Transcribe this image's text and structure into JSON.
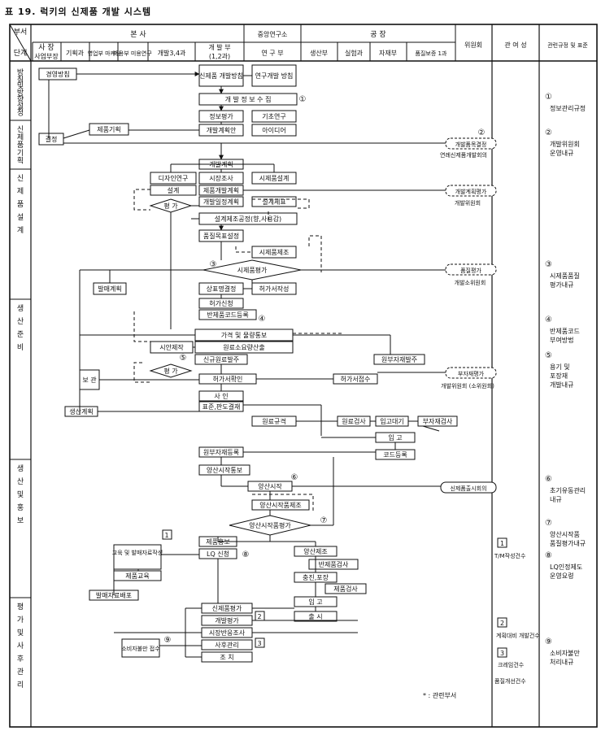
{
  "title": "표 19. 럭키의 신제품 개발 시스템",
  "header": {
    "busu": "부서",
    "dangye": "단계",
    "bonsa": "본  사",
    "sajang": "사  장",
    "sajang_sub": "사업부장",
    "gihoekgwa": "기획과",
    "maketing": "영업부 마케팅",
    "miyong": "미용부 미용연구",
    "gaebal34": "개발3,4과",
    "gaebalbu": "개 발 부",
    "gaebalbu_sub": "(1,2과)",
    "jungang": "중앙연구소",
    "jungang_sub": "연 구 부",
    "gongjang": "공   장",
    "saengsanbu": "생산부",
    "silheomgwa": "실험과",
    "jajaebu": "자재부",
    "pumjil": "품질보증 1과",
    "uiwonhoe": "위원회",
    "gwanyeo": "관 여 성",
    "gyujeong": "관련규정 및 표준"
  },
  "stages": [
    "방침및방향설정",
    "신제품기획",
    "신제품설계",
    "생산준비",
    "생산및홍보",
    "평가및사후관리"
  ],
  "boxes": {
    "gyeongyeong": "경영방침",
    "singaebal": "신제품 개발방침",
    "yeongu_bangchim": "연구개발 방침",
    "jeongbo": "개 발 정 보 수 집",
    "jeongbo_pyeongga": "정보평가",
    "gichoyeongu": "기초연구",
    "gaebal_gyehoek": "개발계획안",
    "aidieo": "아이디어",
    "jepum_gihoek": "제품기획",
    "gyeoljeong": "결정",
    "gaebalgyehoek": "개발계획",
    "dijain": "디자인연구",
    "sijang": "시장조사",
    "sijepum_seolgye": "시제품설계",
    "seolgye": "설계",
    "jepum_gaebal": "제품개발계획",
    "ilsang": "개발일정계획",
    "seolgyejeopyo": "설계제표",
    "seolgye_jojeong": "설계제조공정(향,사용감)",
    "pumjil_mokpyo": "품질목표설정",
    "sijepum_jejo": "시제품제조",
    "sijepum_pyeongga": "시제품평가",
    "bogwan": "발매계획",
    "sangpyo": "상표명결정",
    "heoga_jakseong": "허가서작성",
    "heoga_sinchung": "허가신청",
    "banjepum": "반제품코드등록",
    "gagyeok": "가격 및 물량통보",
    "sian": "시안제작",
    "wollyo": "원료소요량산출",
    "singyu": "신규원료발주",
    "wonbujae": "원부자재발주",
    "pyeongga": "평 가",
    "bo": "보 관",
    "heoga_hwagin": "허가서확인",
    "heoga_jeopsu": "허가서접수",
    "sain": "사   인",
    "pyojun": "표준,판도결재",
    "saengsan_gyehoek": "생산계획",
    "wollyo_gyugyeok": "원료규격",
    "wollyo_geomsa": "원료검사",
    "ipgo_gyeoljeong": "입고대기",
    "bujae_geomsa": "부자재검사",
    "ipgo": "입 고",
    "wonbu_deungnok": "원부자재등록",
    "code_deungnok": "코드등록",
    "yangsan_tongbo": "양산시작통보",
    "yangsan_sijak": "양산시작",
    "yangsan_jejo": "양산시작품제조",
    "yangsan_pyeongga": "양산시작품평가",
    "jepum_hongbo": "제품홍보",
    "lq": "LQ 신청",
    "gyoyuk": "교육 및 발매자료작성",
    "jepum_gyoyuk": "제품교육",
    "balmae_hoebo": "발매자료배포",
    "yangsan_jejo2": "양산제조",
    "banjepum_geomsa": "반제품검사",
    "chungjeon": "충진,포장",
    "jepum_geomsa": "제품검사",
    "ipgo2": "입 고",
    "chulsi": "출 시",
    "singaebal_pyeongga": "신제품평가",
    "gaebal_pyeongga": "개발평가",
    "sijang_banung": "시장반응조사",
    "sahu": "사후관리",
    "sobija": "소비자불만 접수",
    "jochi": "조 치"
  },
  "committees": {
    "c1": "개발품목결정",
    "c1_sub": "연례신제품개발회의",
    "c2": "개발계획평가",
    "c2_sub": "개발위원회",
    "c3": "품질평가",
    "c3_sub": "개발소위원회",
    "c4": "부자재평가",
    "c4_sub": "개발위원회 (소위원회)",
    "c5": "신제품출시회의"
  },
  "markers": {
    "m1": "①",
    "m2": "②",
    "m3": "③",
    "m4": "④",
    "m5": "⑤",
    "m6": "⑥",
    "m7": "⑦",
    "m8": "⑧",
    "m9": "⑨",
    "n1": "1",
    "n2": "2",
    "n3": "3"
  },
  "involvement": {
    "i1": "1",
    "i1_label": "T/M작성건수",
    "i2": "2",
    "i2_label": "계획대비 개발건수",
    "i3": "3",
    "i3_label": "크레임건수",
    "i4_label": "품질개선건수"
  },
  "standards": {
    "s1": "①",
    "s1_label": "정보관리규정",
    "s2": "②",
    "s2_label": "개발위원회 운영내규",
    "s3": "③",
    "s3_label": "시제품품질 평가내규",
    "s4": "④",
    "s4_label": "반제품코드 부여방법",
    "s5": "⑤",
    "s5_label": "용기 및 포장재 개발내규",
    "s6": "⑥",
    "s6_label": "초기유동관리 내규",
    "s7": "⑦",
    "s7_label": "양산시작품 품질평가내규",
    "s8": "⑧",
    "s8_label": "LQ인정제도 운영요령",
    "s9": "⑨",
    "s9_label": "소비자불만 처리내규"
  },
  "footnote": "* : 관련부서"
}
